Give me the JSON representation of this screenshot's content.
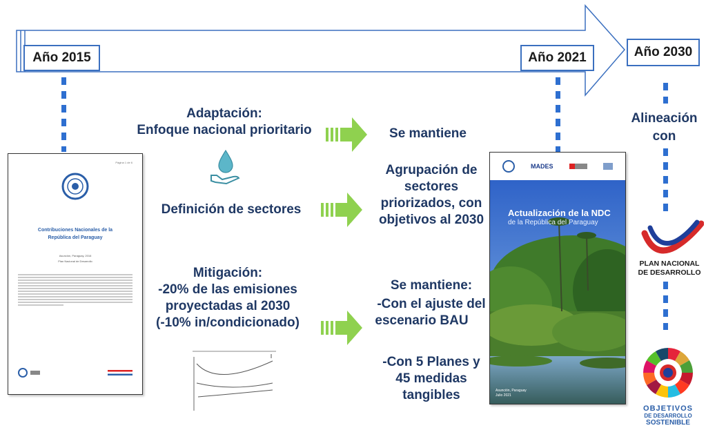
{
  "years": {
    "y2015": "Año 2015",
    "y2021": "Año 2021",
    "y2030": "Año 2030"
  },
  "left": {
    "adaptation_title": "Adaptación:",
    "adaptation_sub": "Enfoque nacional prioritario",
    "sectors": "Definición de sectores",
    "mitigation_title": "Mitigación:",
    "mitigation_line1": "-20% de las emisiones",
    "mitigation_line2": "proyectadas al 2030",
    "mitigation_line3": "(-10% in/condicionado)"
  },
  "right": {
    "keep1": "Se mantiene",
    "group_line1": "Agrupación de",
    "group_line2": "sectores",
    "group_line3": "priorizados, con",
    "group_line4": "objetivos al 2030",
    "keep2_title": "Se mantiene:",
    "keep2_line1": "-Con el ajuste del",
    "keep2_line2": "escenario BAU",
    "plans_line1": "-Con 5 Planes y",
    "plans_line2": "45 medidas",
    "plans_line3": "tangibles"
  },
  "alignment": {
    "line1": "Alineación",
    "line2": "con"
  },
  "doc2015": {
    "page_label": "Página 1 de 6",
    "title_line1": "Contribuciones Nacionales de la",
    "title_line2": "República del Paraguay",
    "sub1": "Asunción, Paraguay, 2016",
    "sub2": "Plan Nacional de Desarrollo"
  },
  "doc2021": {
    "title": "Actualización de la NDC",
    "subtitle": "de la República del Paraguay",
    "header_logo": "MADES",
    "footer1": "Asunción, Paraguay",
    "footer2": "Julio 2021"
  },
  "pnd_logo": {
    "line1": "PLAN NACIONAL",
    "line2": "DE DESARROLLO"
  },
  "ods_logo": {
    "line1": "OBJETIVOS",
    "line2": "DE DESARROLLO",
    "line3": "SOSTENIBLE"
  },
  "colors": {
    "arrow_border": "#3a6fbf",
    "dots": "#2e6fd0",
    "text": "#1f3864",
    "green_arrow": "#8fd14f"
  }
}
